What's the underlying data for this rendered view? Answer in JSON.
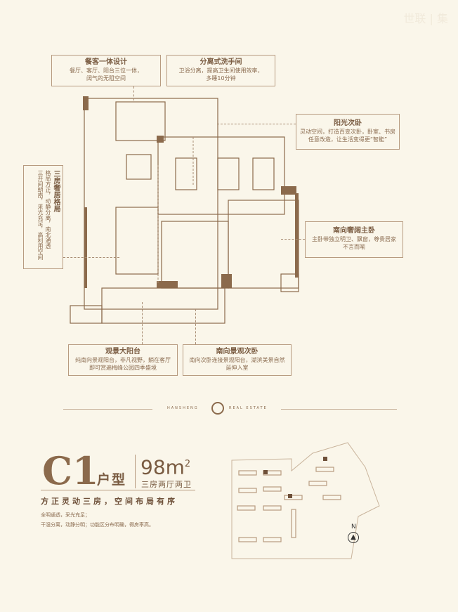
{
  "watermark": {
    "logo_text": "世联 集"
  },
  "callouts": [
    {
      "title": "餐客一体设计",
      "lines": [
        "餐厅、客厅、阳台三位一体，",
        "阔气的无阻空间"
      ]
    },
    {
      "title": "分离式洗手间",
      "lines": [
        "卫浴分离，提高卫生间使用效率，",
        "多睡10分钟"
      ]
    },
    {
      "title": "阳光次卧",
      "lines": [
        "灵动空间，打造百变次卧，卧室、书房",
        "任意改造，让生活变得更“智能”"
      ]
    },
    {
      "title": "三房奢居格局",
      "lines": [
        "格局方正，动静分离，南北通透",
        "三开间朝南，采光充足，高利用空间"
      ]
    },
    {
      "title": "南向奢阔主卧",
      "lines": [
        "主卧带独立明卫、飘窗，尊贵居家",
        "不言而喻"
      ]
    },
    {
      "title": "观景大阳台",
      "lines": [
        "纯南向景观阳台，非凡视野，躺在客厅",
        "即可赏遍梅峰公园四季盛境"
      ]
    },
    {
      "title": "南向景观次卧",
      "lines": [
        "南向次卧连接景观阳台，湖滨美景自然",
        "延伸入室"
      ]
    }
  ],
  "brand": {
    "left": "HANSHENG",
    "right": "REAL ESTATE"
  },
  "unit": {
    "code": "C1",
    "type_label": "户型",
    "area": "98m",
    "area_sup": "2",
    "layout": "三房两厅两卫",
    "slogan": "方正灵动三房，空间布局有序",
    "features": [
      "全明通透，采光充足；",
      "干湿分离，动静分明；功能区分布明确，得房率高。"
    ]
  },
  "site_plan": {
    "north_label": "N"
  },
  "colors": {
    "background": "#faf6ea",
    "wall": "#8b6a4c",
    "text": "#8a6b4f"
  }
}
